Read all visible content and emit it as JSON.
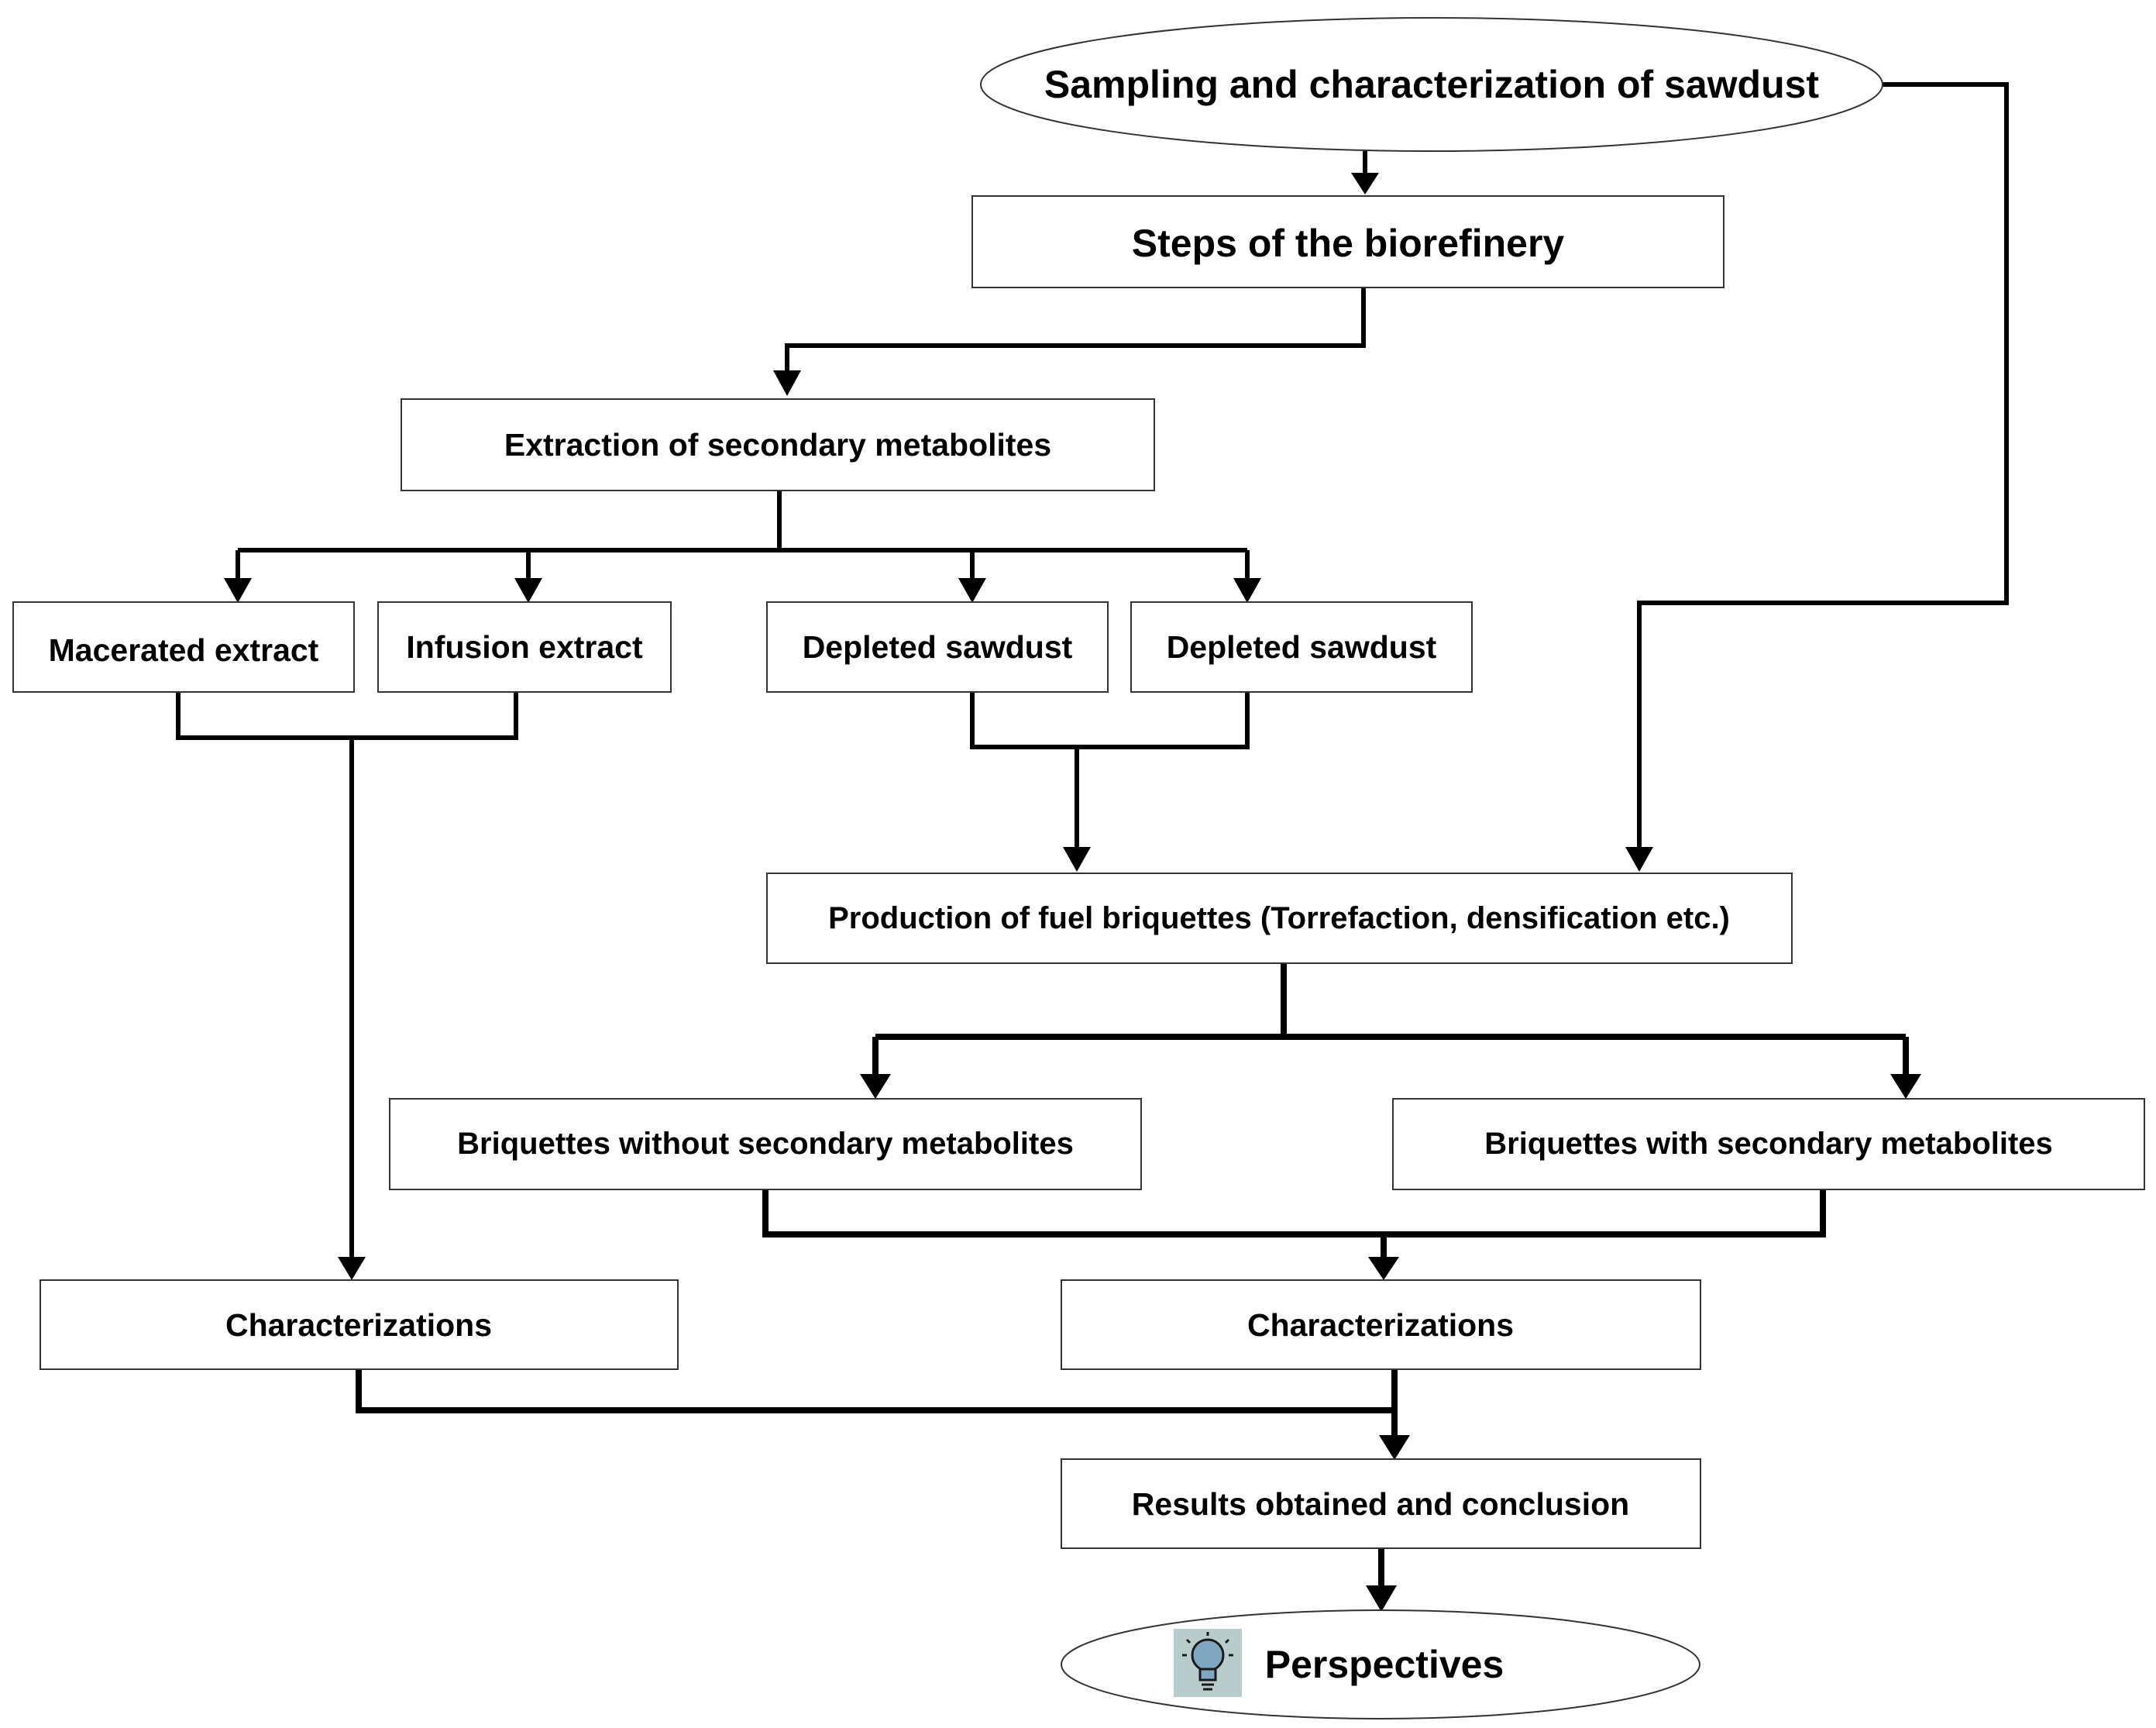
{
  "nodes": {
    "sampling": {
      "label": "Sampling and characterization of sawdust",
      "shape": "ellipse"
    },
    "steps": {
      "label": "Steps of the biorefinery",
      "shape": "rect"
    },
    "extraction": {
      "label": "Extraction of secondary metabolites",
      "shape": "rect"
    },
    "macerated": {
      "label": "Macerated extract",
      "shape": "rect"
    },
    "infusion": {
      "label": "Infusion extract",
      "shape": "rect"
    },
    "depleted_1": {
      "label": "Depleted sawdust",
      "shape": "rect"
    },
    "depleted_2": {
      "label": "Depleted sawdust",
      "shape": "rect"
    },
    "production": {
      "label": "Production of  fuel briquettes (Torrefaction, densification etc.)",
      "shape": "rect"
    },
    "briq_without": {
      "label": "Briquettes without secondary metabolites",
      "shape": "rect"
    },
    "briq_with": {
      "label": "Briquettes with secondary metabolites",
      "shape": "rect"
    },
    "char_left": {
      "label": "Characterizations",
      "shape": "rect"
    },
    "char_right": {
      "label": "Characterizations",
      "shape": "rect"
    },
    "results": {
      "label": "Results obtained and conclusion",
      "shape": "rect"
    },
    "perspectives": {
      "label": "Perspectives",
      "shape": "ellipse",
      "icon": "lightbulb-icon"
    }
  },
  "edges": [
    {
      "from": "sampling",
      "to": "steps"
    },
    {
      "from": "sampling",
      "to": "production"
    },
    {
      "from": "steps",
      "to": "extraction"
    },
    {
      "from": "extraction",
      "to": "macerated"
    },
    {
      "from": "extraction",
      "to": "infusion"
    },
    {
      "from": "extraction",
      "to": "depleted_1"
    },
    {
      "from": "extraction",
      "to": "depleted_2"
    },
    {
      "from": "macerated",
      "to": "char_left"
    },
    {
      "from": "infusion",
      "to": "char_left"
    },
    {
      "from": "depleted_1",
      "to": "production"
    },
    {
      "from": "depleted_2",
      "to": "production"
    },
    {
      "from": "production",
      "to": "briq_without"
    },
    {
      "from": "production",
      "to": "briq_with"
    },
    {
      "from": "briq_without",
      "to": "char_right"
    },
    {
      "from": "briq_with",
      "to": "char_right"
    },
    {
      "from": "char_left",
      "to": "results"
    },
    {
      "from": "char_right",
      "to": "results"
    },
    {
      "from": "results",
      "to": "perspectives"
    }
  ],
  "colors": {
    "line": "#000000",
    "box_border": "#333333",
    "box_fill": "#ffffff",
    "icon_bg": "#b8cccc",
    "bulb": "#7fa8c0"
  }
}
